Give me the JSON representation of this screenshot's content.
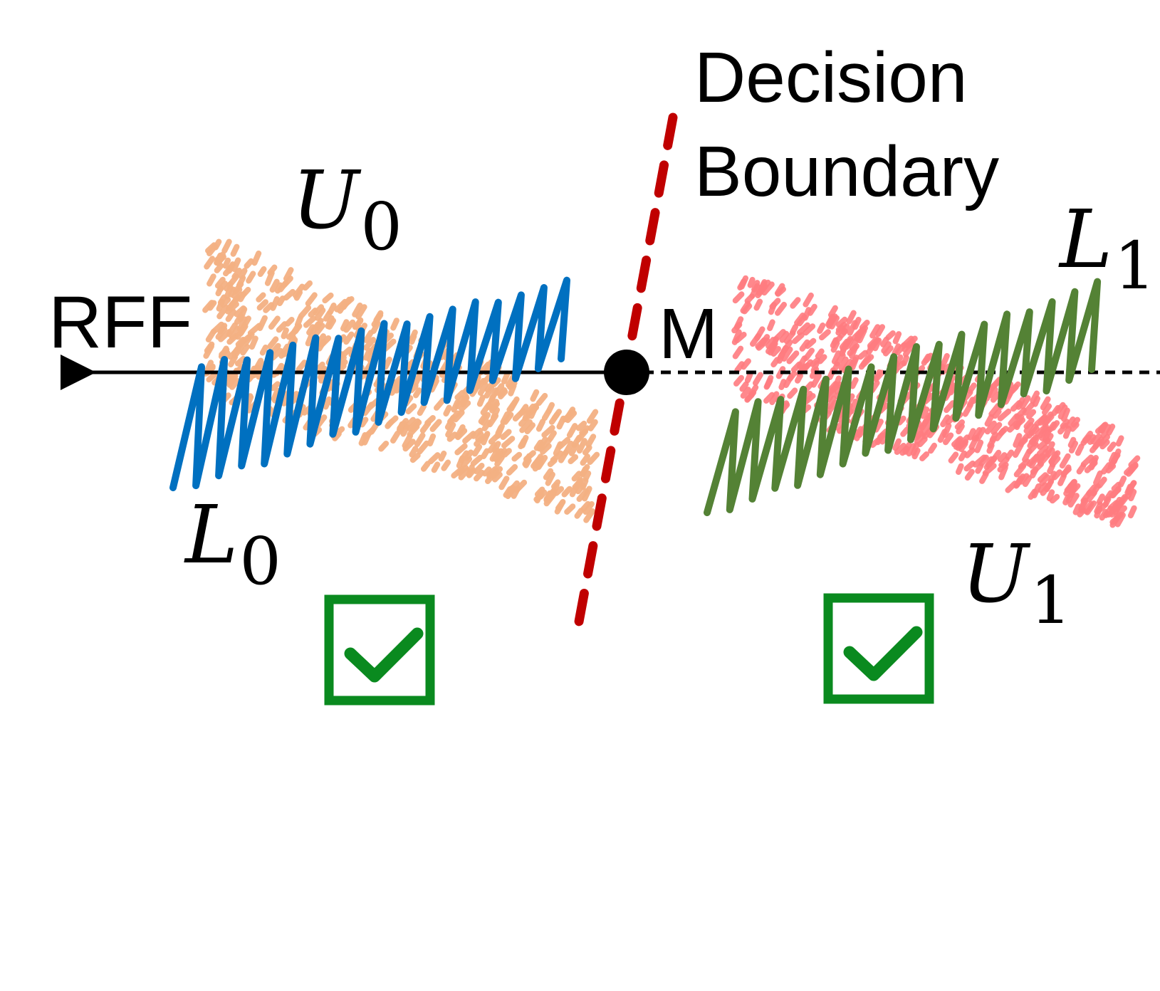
{
  "axis": {
    "label": "RFF",
    "midpoint_label": "M"
  },
  "boundary": {
    "label_line1": "Decision",
    "label_line2": "Boundary"
  },
  "clusters": {
    "L0": {
      "letter": "L",
      "sub": "0"
    },
    "U0": {
      "letter": "U",
      "sub": "0"
    },
    "L1": {
      "letter": "L",
      "sub": "1"
    },
    "U1": {
      "letter": "U",
      "sub": "1"
    }
  },
  "colors": {
    "axis": "#000000",
    "boundary": "#c00000",
    "L0": "#0070c0",
    "U0": "#f4b183",
    "L1": "#548235",
    "U1": "#ff7c80",
    "check": "#0a8a1f"
  },
  "icons": [
    "checkbox-checked-icon",
    "checkbox-checked-icon"
  ]
}
